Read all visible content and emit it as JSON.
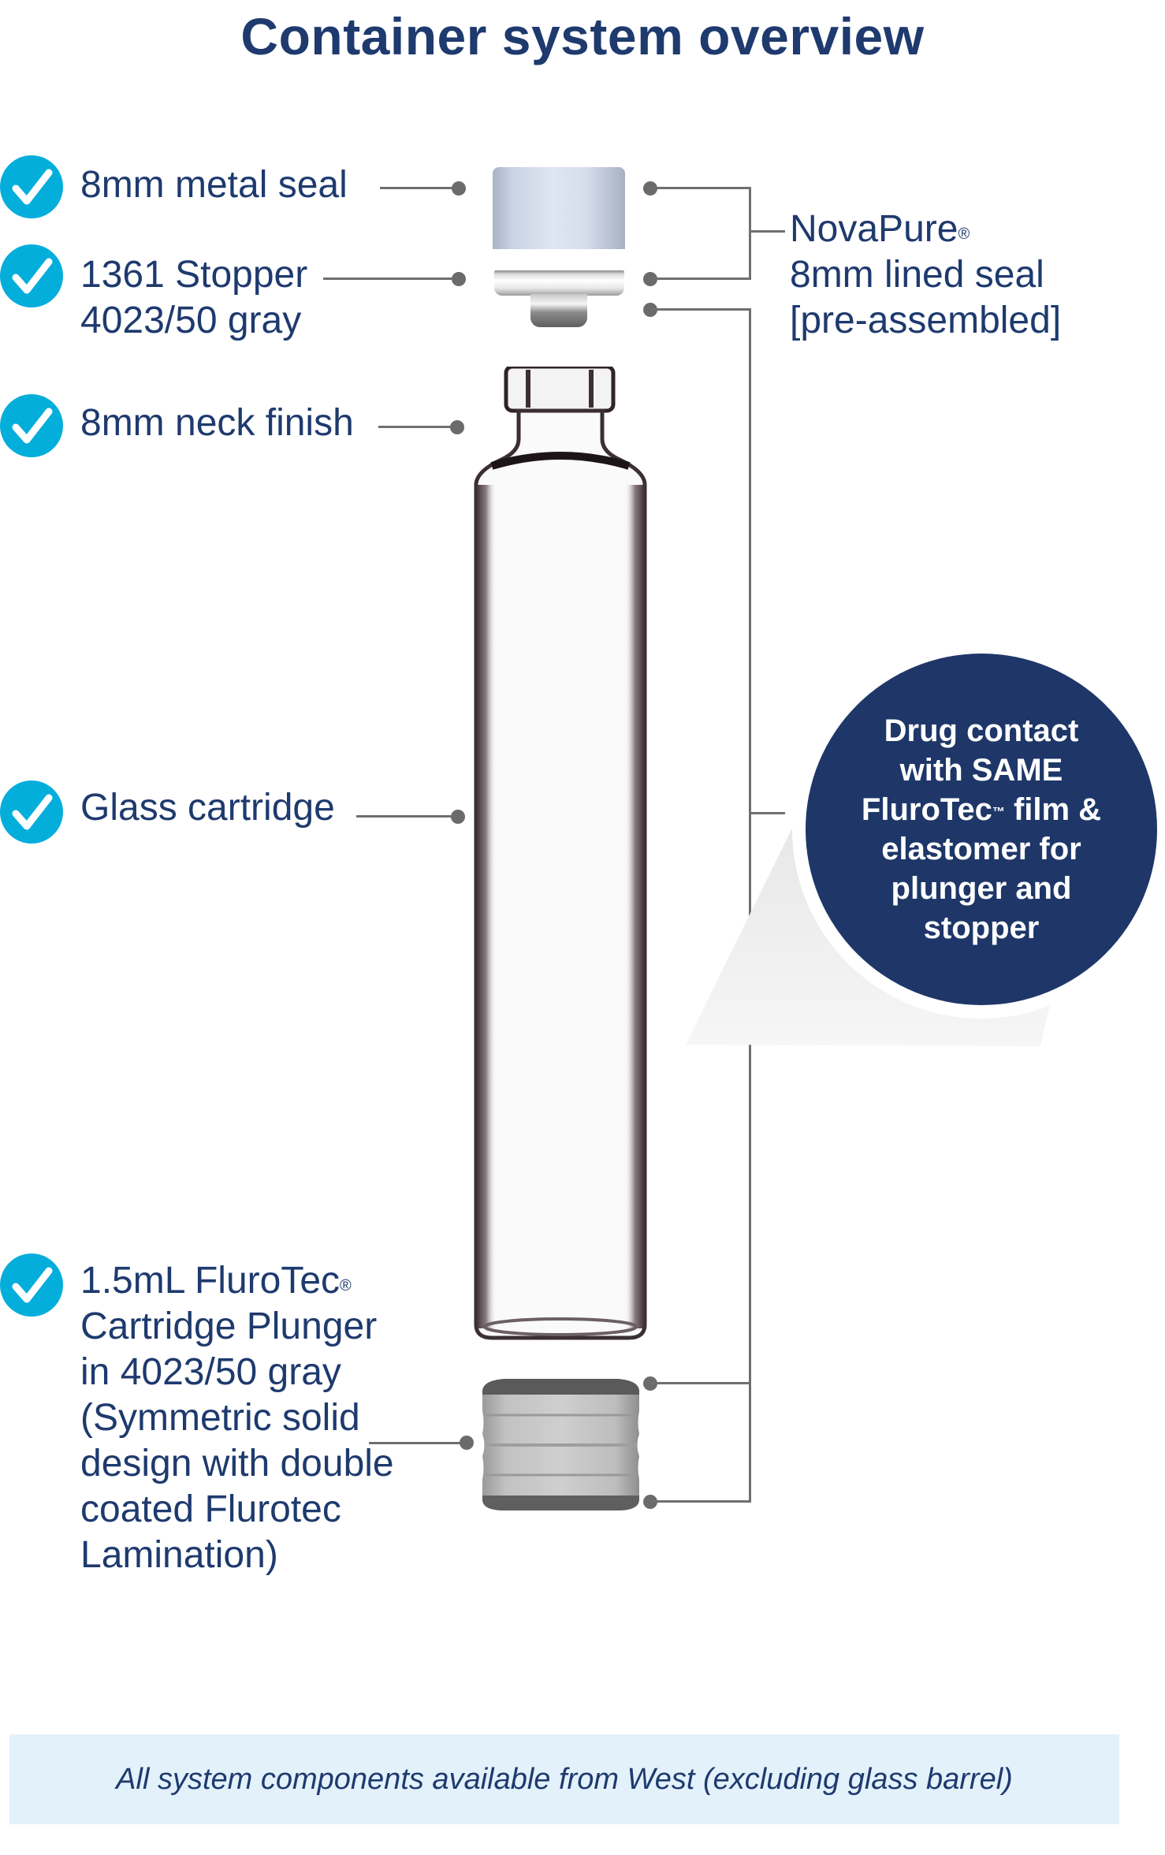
{
  "title": "Container system overview",
  "colors": {
    "navy": "#1e3a6e",
    "check": "#03aedb",
    "badge": "#1e3768",
    "connector": "#6f6f6f",
    "footer_bg": "#e3f1fb"
  },
  "components_left": [
    {
      "icon": "check-circle-icon",
      "lines": [
        "8mm metal seal"
      ]
    },
    {
      "icon": "check-circle-icon",
      "lines": [
        "1361 Stopper",
        "4023/50 gray"
      ]
    },
    {
      "icon": "check-circle-icon",
      "lines": [
        "8mm neck finish"
      ]
    },
    {
      "icon": "check-circle-icon",
      "lines": [
        "Glass cartridge"
      ]
    },
    {
      "icon": "check-circle-icon",
      "lines": [
        "1.5mL FluroTec",
        "Cartridge Plunger",
        "in 4023/50 gray",
        "(Symmetric solid",
        "design with double",
        "coated Flurotec",
        "Lamination)"
      ],
      "superscript": "®"
    }
  ],
  "right_label": {
    "lines": [
      "NovaPure",
      "8mm lined seal",
      "[pre-assembled]"
    ],
    "superscript": "®"
  },
  "badge": {
    "line1": "Drug contact",
    "line2": "with SAME",
    "line3_pre": "FluroTec",
    "line3_sup": "™",
    "line3_post": " film &",
    "line4": "elastomer for",
    "line5": "plunger and",
    "line6": "stopper"
  },
  "footer": {
    "text": "All system components available from West (excluding glass barrel)"
  }
}
